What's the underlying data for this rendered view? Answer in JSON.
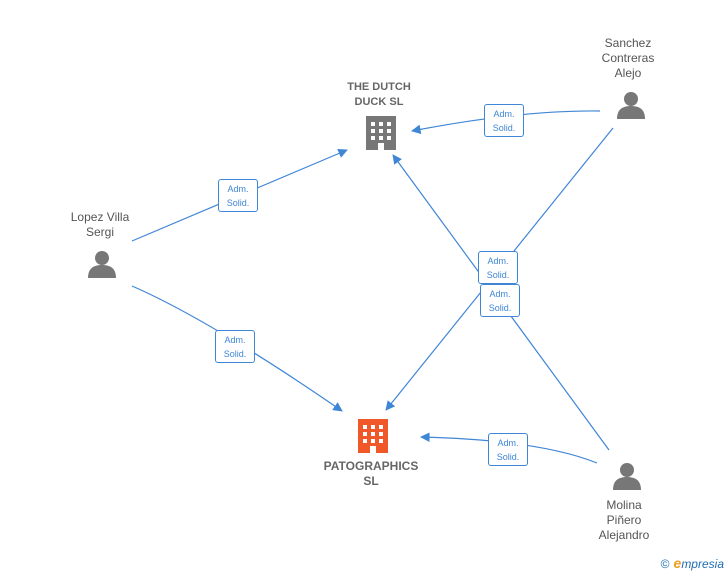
{
  "nodes": {
    "dutch_duck": {
      "lines": [
        "THE DUTCH",
        "DUCK  SL"
      ],
      "kind": "company"
    },
    "patographics": {
      "lines": [
        "PATOGRAPHICS",
        "SL"
      ],
      "kind": "company",
      "highlight": true
    },
    "lopez": {
      "lines": [
        "Lopez Villa",
        "Sergi"
      ],
      "kind": "person"
    },
    "sanchez": {
      "lines": [
        "Sanchez",
        "Contreras",
        "Alejo"
      ],
      "kind": "person"
    },
    "molina": {
      "lines": [
        "Molina",
        "Piñero",
        "Alejandro"
      ],
      "kind": "person"
    }
  },
  "edges": [
    {
      "from": "lopez",
      "to": "dutch_duck",
      "label": [
        "Adm.",
        "Solid."
      ]
    },
    {
      "from": "lopez",
      "to": "patographics",
      "label": [
        "Adm.",
        "Solid."
      ]
    },
    {
      "from": "sanchez",
      "to": "dutch_duck",
      "label": [
        "Adm.",
        "Solid."
      ]
    },
    {
      "from": "sanchez",
      "to": "patographics",
      "label": [
        "Adm.",
        "Solid."
      ]
    },
    {
      "from": "molina",
      "to": "dutch_duck",
      "label": [
        "Adm.",
        "Solid."
      ]
    },
    {
      "from": "molina",
      "to": "patographics",
      "label": [
        "Adm.",
        "Solid."
      ]
    }
  ],
  "colors": {
    "edge": "#3f86d6",
    "person_icon": "#777777",
    "company_icon": "#777777",
    "company_highlight": "#f0582a"
  },
  "icons": {
    "person": "person-icon",
    "company": "building-icon"
  },
  "watermark": {
    "symbol": "©",
    "brand_initial": "e",
    "brand_rest": "mpresia"
  }
}
